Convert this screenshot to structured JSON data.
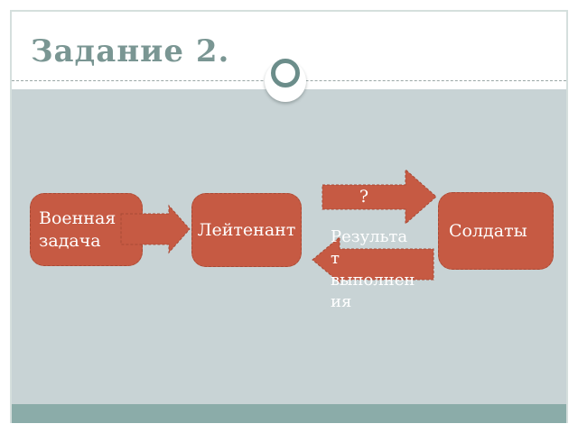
{
  "slide": {
    "title": "Задание 2.",
    "diagram": {
      "boxes": [
        {
          "label": "Военная задача"
        },
        {
          "label": "Лейтенант"
        },
        {
          "label": "Солдаты"
        }
      ],
      "question_label": "?",
      "result_label": "Результат выполнения"
    }
  },
  "colors": {
    "accent": "#C65A43",
    "accent-border": "#A84A35",
    "title": "#7A9693",
    "content-bg": "#C8D3D5",
    "footer-bg": "#8BACA9",
    "ring": "#6B8D8A",
    "frame-border": "#D5DFDD"
  }
}
